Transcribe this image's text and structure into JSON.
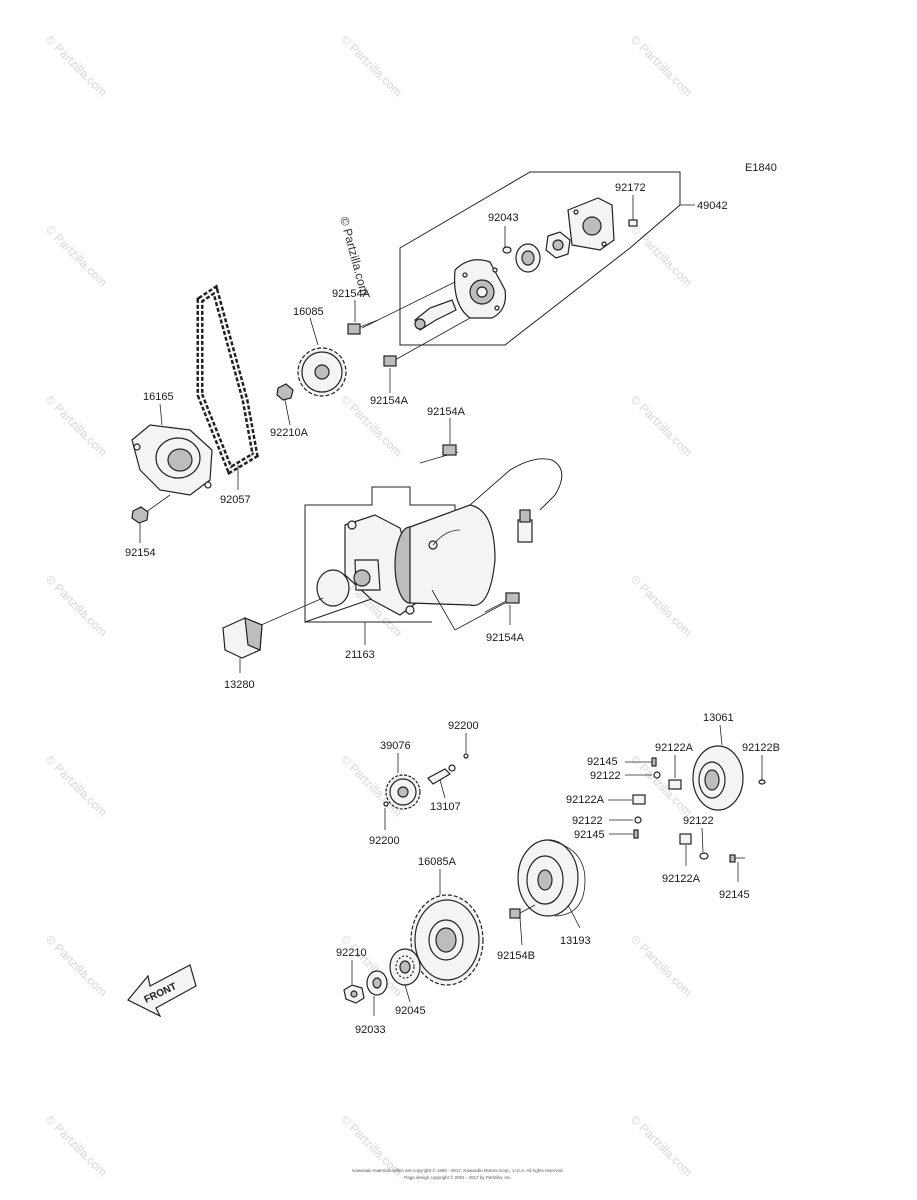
{
  "diagram": {
    "code": "E1840",
    "footer_line1": "Kawasaki materials within are copyright © 1995 - 2017, Kawasaki Motors Corp., U.S.A. All rights reserved.",
    "footer_line2": "Page design copyright © 2001 - 2017 by Partzilla, Inc.",
    "front_label": "FRONT",
    "watermark": "© Partzilla.com"
  },
  "labels": {
    "l49042": "49042",
    "l92172": "92172",
    "l92043": "92043",
    "l92154A_1": "92154A",
    "l16085": "16085",
    "l92154A_2": "92154A",
    "l16165": "16165",
    "l92210A": "92210A",
    "l92057": "92057",
    "l92154": "92154",
    "l92154A_3": "92154A",
    "l92154A_4": "92154A",
    "l21163": "21163",
    "l13280": "13280",
    "l92200_1": "92200",
    "l39076": "39076",
    "l13107": "13107",
    "l92200_2": "92200",
    "l13061": "13061",
    "l92145_1": "92145",
    "l92122A_1": "92122A",
    "l92122B": "92122B",
    "l92122_1": "92122",
    "l92122A_2": "92122A",
    "l92122_2": "92122",
    "l92145_2": "92145",
    "l92122_3": "92122",
    "l92122A_3": "92122A",
    "l92145_3": "92145",
    "l16085A": "16085A",
    "l92154B": "92154B",
    "l13193": "13193",
    "l92210": "92210",
    "l92045": "92045",
    "l92033": "92033"
  }
}
